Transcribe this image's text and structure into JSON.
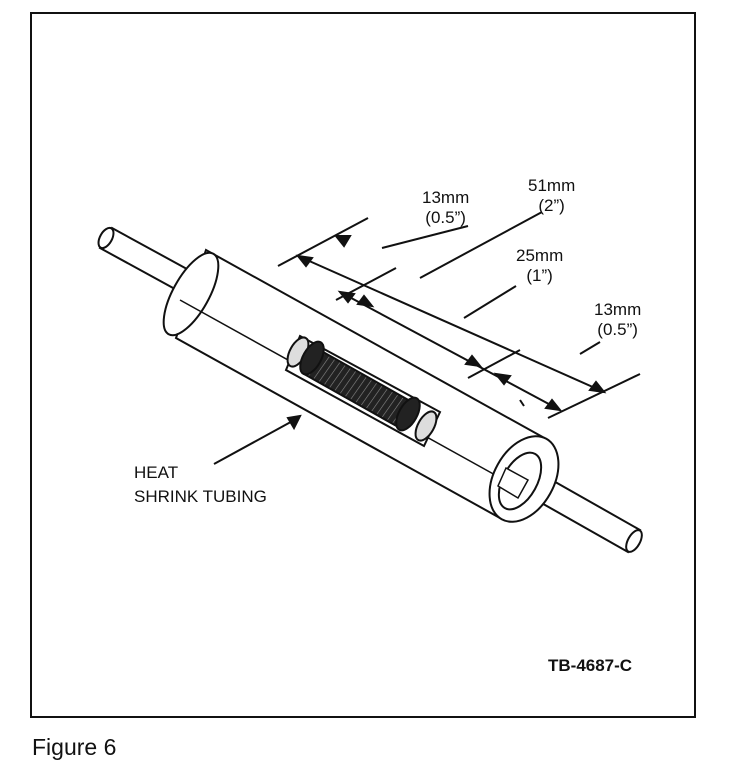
{
  "figure": {
    "caption": "Figure 6",
    "drawing_number": "TB-4687-C",
    "callout": {
      "line1": "HEAT",
      "line2": "SHRINK TUBING"
    },
    "dimensions": [
      {
        "metric": "13mm",
        "imperial": "(0.5”)"
      },
      {
        "metric": "51mm",
        "imperial": "(2”)"
      },
      {
        "metric": "25mm",
        "imperial": "(1”)"
      },
      {
        "metric": "13mm",
        "imperial": "(0.5”)"
      }
    ]
  }
}
